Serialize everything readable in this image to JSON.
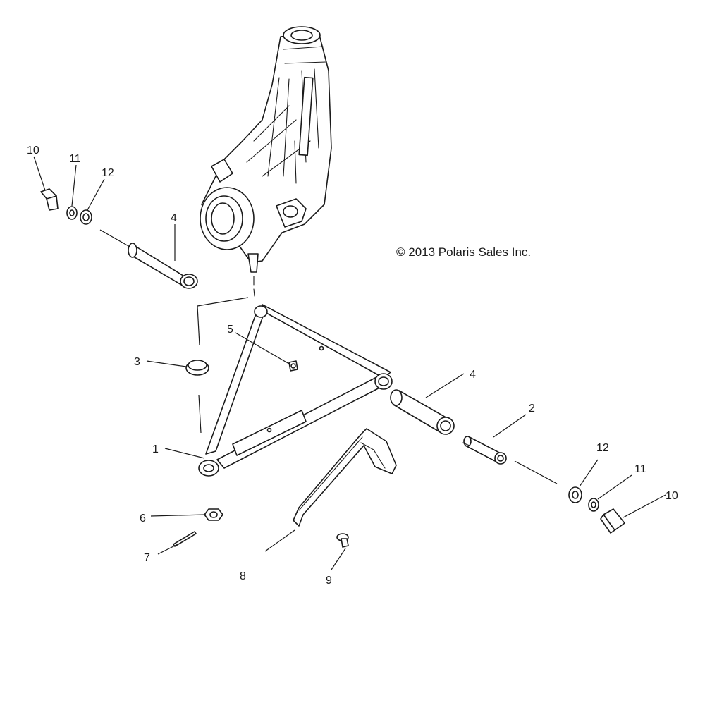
{
  "copyright": "© 2013 Polaris Sales Inc.",
  "callouts": {
    "c1": "1",
    "c2": "2",
    "c3": "3",
    "c4a": "4",
    "c4b": "4",
    "c5": "5",
    "c6": "6",
    "c7": "7",
    "c8": "8",
    "c9": "9",
    "c10a": "10",
    "c10b": "10",
    "c11a": "11",
    "c11b": "11",
    "c12a": "12",
    "c12b": "12"
  }
}
